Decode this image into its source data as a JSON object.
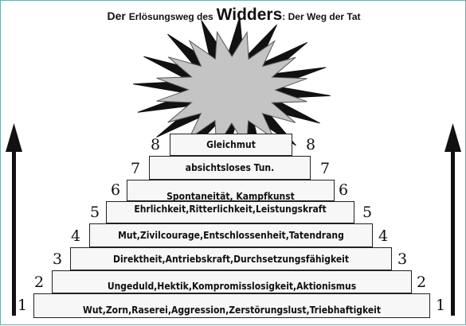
{
  "title": {
    "part1": "Der",
    "part2": "Erlösungsweg des",
    "part3": "Widders",
    "part4": ": Der Weg der Tat"
  },
  "steps": [
    {
      "number": "8",
      "text": "Gleichmut"
    },
    {
      "number": "7",
      "text": "absichtsloses Tun."
    },
    {
      "number": "6",
      "text": "Spontaneität, Kampfkunst"
    },
    {
      "number": "5",
      "text": "Ehrlichkeit,Ritterlichkeit,Leistungskraft"
    },
    {
      "number": "4",
      "text": "Mut,Zivilcourage,Entschlossenheit,Tatendrang"
    },
    {
      "number": "3",
      "text": "Direktheit,Antriebskraft,Durchsetzungsfähigkeit"
    },
    {
      "number": "2",
      "text": "Ungeduld,Hektik,Kompromisslosigkeit,Aktionismus"
    },
    {
      "number": "1",
      "text": "Wut,Zorn,Raserei,Aggression,Zerstörungslust,Triebhaftigkeit"
    }
  ],
  "colors": {
    "star_fill": "#c4c4c4",
    "star_dark": "#111111",
    "step_fill": "#f7f7f7"
  },
  "icons": [
    "star-burst-icon",
    "up-arrow-icon"
  ]
}
